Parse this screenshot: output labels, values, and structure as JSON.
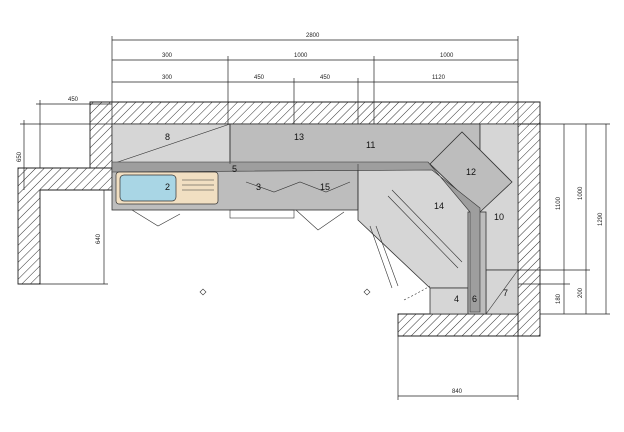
{
  "dimensions": {
    "top_total": "2800",
    "top_row2": [
      "300",
      "1000",
      "1000"
    ],
    "top_row3": [
      "300",
      "450",
      "450",
      "1120"
    ],
    "left_wall": "450",
    "left_height": "650",
    "left_low": "640",
    "right_1": "1100",
    "right_2": "1000",
    "right_3": "1290",
    "right_small_1": "180",
    "right_small_2": "200",
    "bottom": "840"
  },
  "cabinets": [
    "8",
    "13",
    "11",
    "12",
    "5",
    "2",
    "3",
    "15",
    "14",
    "10",
    "7",
    "4",
    "6"
  ],
  "colors": {
    "counter": "#bdbdbd",
    "counter_light": "#d6d6d6",
    "sink": "#a9d6e5",
    "sink_frame": "#f1dfc2"
  }
}
